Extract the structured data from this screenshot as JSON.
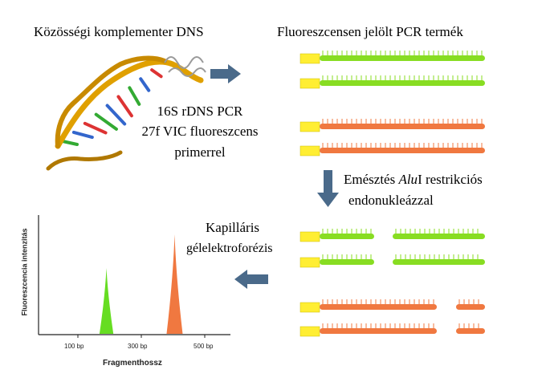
{
  "labels": {
    "cdna": "Közösségi komplementer DNS",
    "pcr_product": "Fluoreszcensen jelölt PCR termék",
    "pcr_line1": "16S rDNS PCR",
    "pcr_line2": "27f VIC fluoreszcens",
    "pcr_line3": "primerrel",
    "digest_prefix": "Emésztés ",
    "digest_enzyme": "Alu",
    "digest_suffix": "I restrikciós",
    "digest_line2": "endonukleázzal",
    "cap_line1": "Kapilláris",
    "cap_line2": "gélelektroforézis"
  },
  "chart": {
    "ylabel": "Fluoreszcencia intenzitás",
    "xlabel": "Fragmenthossz",
    "ticks": [
      "100 bp",
      "300 bp",
      "500 bp"
    ],
    "peaks": [
      {
        "position_bp": 190,
        "relative_height": 0.66,
        "color": "#66dd22"
      },
      {
        "position_bp": 405,
        "relative_height": 1.0,
        "color": "#f07840"
      }
    ]
  },
  "colors": {
    "green": "#88dd22",
    "orange": "#f07840",
    "primer": "#ffee33",
    "arrow": "#4a6a8a"
  }
}
